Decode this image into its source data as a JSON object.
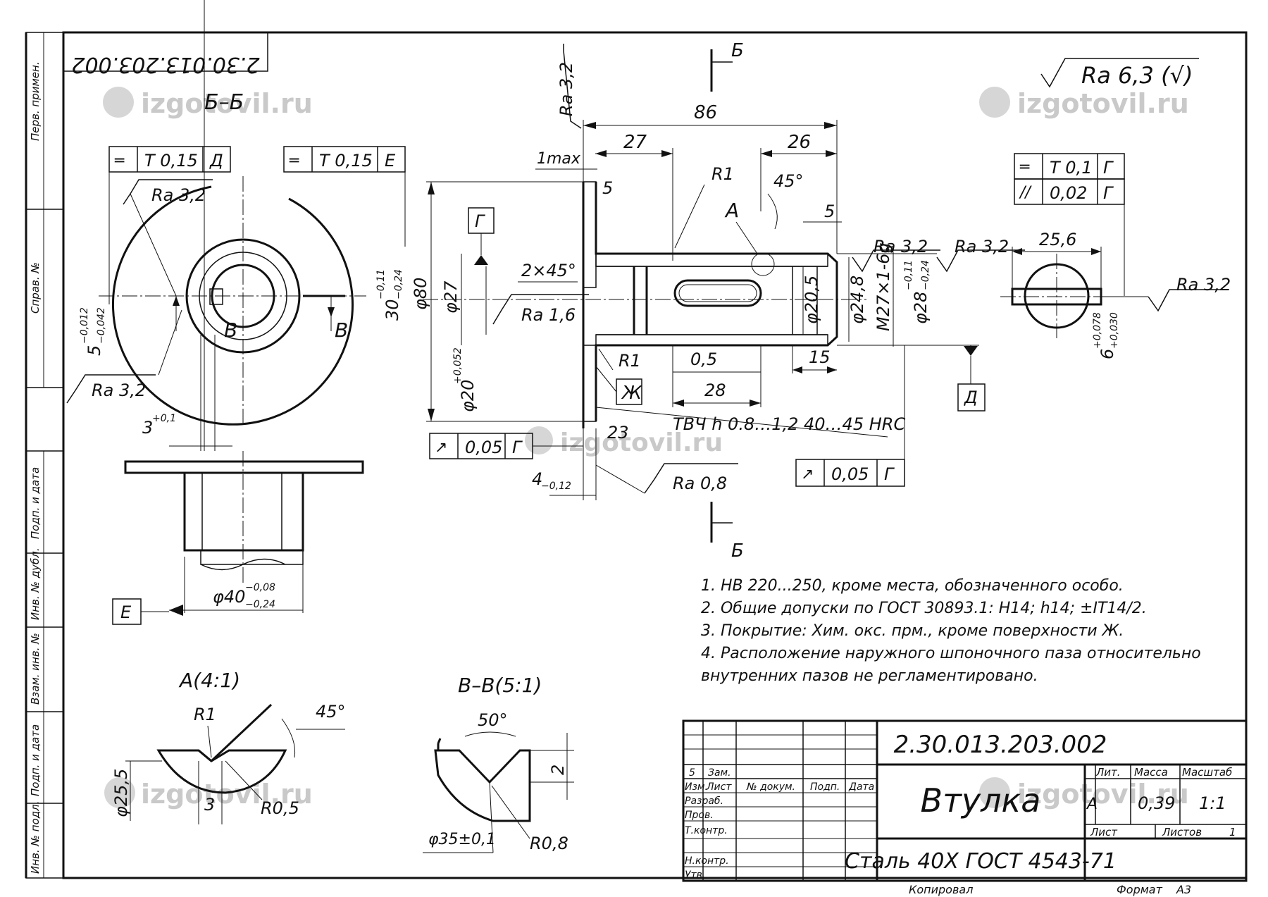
{
  "drawing": {
    "number": "2.30.013.203.002",
    "number_rotated": "2.30.013.203.002",
    "roughness_general": "Ra 6,3 (√)",
    "watermark": "izgotovil.ru"
  },
  "side_labels": {
    "perv_primen": "Перв. примен.",
    "sprav_no": "Справ. №",
    "podp_data_1": "Подп. и дата",
    "inv_dubl": "Инв. № дубл.",
    "vzam_inv": "Взам. инв. №",
    "podp_data_2": "Подп. и дата",
    "inv_podl": "Инв. № подл."
  },
  "section_bb": {
    "title": "Б–Б",
    "tol1_sym": "═",
    "tol1_val": "T 0,15",
    "tol1_base": "Д",
    "tol2_sym": "═",
    "tol2_val": "T 0,15",
    "tol2_base": "Е",
    "ra": "Ra 3,2",
    "ra2": "Ra 3,2",
    "dim_5": "5",
    "dim_5_up": "−0,012",
    "dim_5_lo": "−0,042",
    "dim_30": "30",
    "dim_30_up": "−0,11",
    "dim_30_lo": "−0,24",
    "dim_3": "3",
    "dim_3_up": "+0,1",
    "mark_v1": "В",
    "mark_v2": "В"
  },
  "bottom_view": {
    "dim_40": "φ40",
    "dim_40_up": "−0,08",
    "dim_40_lo": "−0,24",
    "base": "Е"
  },
  "main_view": {
    "cut_mark": "Б",
    "cut_mark2": "Б",
    "ra_top": "Ra 3,2",
    "dim_86": "86",
    "dim_27": "27",
    "dim_26": "26",
    "dim_1max": "1max",
    "dim_5a": "5",
    "dim_5b": "5",
    "r1_top": "R1",
    "angle_45": "45°",
    "view_a": "А",
    "base_g": "Г",
    "chamfer": "2×45°",
    "ra_16": "Ra 1,6",
    "d80": "φ80",
    "d27": "φ27",
    "d20": "φ20",
    "d20_up": "+0,052",
    "d205": "φ20,5",
    "d248": "φ24,8",
    "thread": "M27×1-6g",
    "d28": "φ28",
    "d28_up": "−0,11",
    "d28_lo": "−0,24",
    "ra_32a": "Ra 3,2",
    "ra_32b": "Ra 3,2",
    "r1_bot": "R1",
    "zh": "Ж",
    "dim_05": "0,5",
    "dim_28": "28",
    "dim_15": "15",
    "hardening": "ТВЧ h 0.8…1,2  40…45 HRC",
    "dim_23": "23",
    "dim_4": "4",
    "dim_4_lo": "−0,12",
    "ra_08": "Ra 0,8",
    "base_d": "Д",
    "runout1_sym": "↗",
    "runout1_val": "0,05",
    "runout1_base": "Г",
    "runout2_sym": "↗",
    "runout2_val": "0,05",
    "runout2_base": "Г"
  },
  "keyway_section": {
    "tol1_sym": "═",
    "tol1_val": "T 0,1",
    "tol1_base": "Г",
    "tol2_sym": "//",
    "tol2_val": "0,02",
    "tol2_base": "Г",
    "dim_256": "25,6",
    "ra": "Ra 3,2",
    "dim_6": "6",
    "dim_6_up": "+0,078",
    "dim_6_lo": "+0,030"
  },
  "notes": [
    "1. НВ 220...250, кроме места, обозначенного особо.",
    "2. Общие допуски по ГОСТ 30893.1: H14; h14; ±IT14/2.",
    "3. Покрытие: Хим. окс. прм., кроме поверхности Ж.",
    "4. Расположение наружного шпоночного паза относительно",
    "внутренних пазов не регламентировано."
  ],
  "detail_a": {
    "title": "А(4:1)",
    "r1": "R1",
    "angle": "45°",
    "d255": "φ25,5",
    "dim_3": "3",
    "r05": "R0,5"
  },
  "detail_vv": {
    "title": "В–В(5:1)",
    "angle": "50°",
    "dim_2": "2",
    "d35": "φ35±0,1",
    "r08": "R0,8"
  },
  "title_block": {
    "number": "2.30.013.203.002",
    "name": "Втулка",
    "material": "Сталь 40Х ГОСТ 4543-71",
    "rev_num": "5",
    "rev_zam": "Зам.",
    "col_izm": "Изм.",
    "col_list": "Лист",
    "col_doc": "№ докум.",
    "col_podp": "Подп.",
    "col_data": "Дата",
    "razrab": "Разраб.",
    "prov": "Пров.",
    "tkontr": "Т.контр.",
    "nkontr": "Н.контр.",
    "utv": "Утв.",
    "lit_label": "Лит.",
    "mass_label": "Масса",
    "scale_label": "Масштаб",
    "lit_value": "А",
    "mass_value": "0,39",
    "scale_value": "1:1",
    "sheet_label": "Лист",
    "sheets_label": "Листов",
    "sheets_value": "1",
    "copied": "Копировал",
    "format_label": "Формат",
    "format_value": "А3"
  }
}
